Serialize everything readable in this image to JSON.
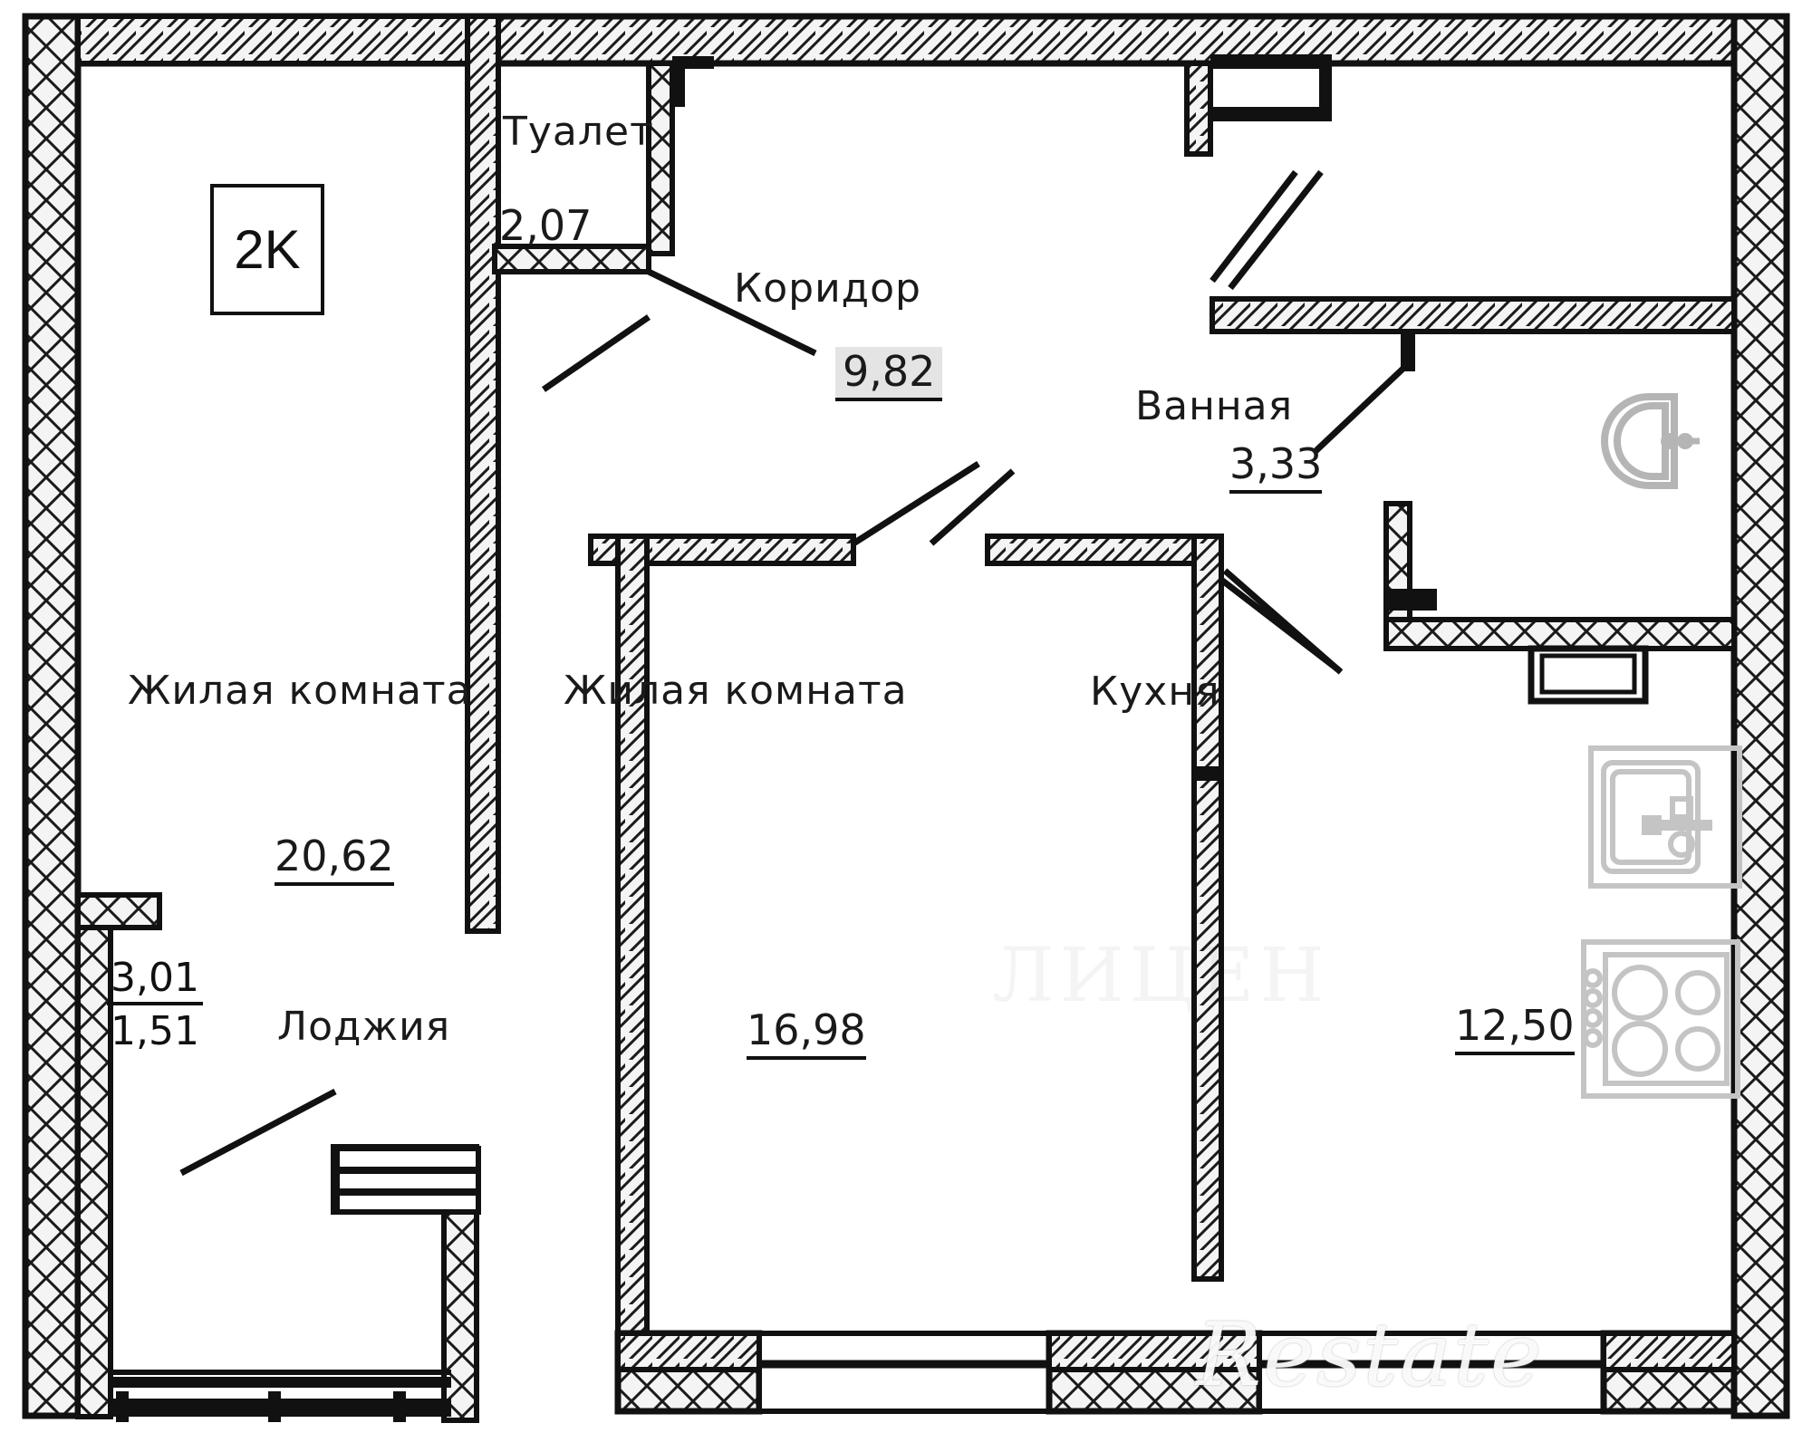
{
  "plan": {
    "type_tag": "2K",
    "watermark": "Restate",
    "watermark_faint": "ЛИЦЕН"
  },
  "rooms": [
    {
      "key": "living_left",
      "name": "Жилая комната",
      "area": "20,62",
      "area_style": "underline"
    },
    {
      "key": "living_mid",
      "name": "Жилая комната",
      "area": "16,98",
      "area_style": "underline"
    },
    {
      "key": "toilet",
      "name": "Туалет",
      "area": "2,07",
      "area_style": "plain"
    },
    {
      "key": "corridor",
      "name": "Коридор",
      "area": "9,82",
      "area_style": "highlight-underline"
    },
    {
      "key": "bathroom",
      "name": "Ванная",
      "area": "3,33",
      "area_style": "underline"
    },
    {
      "key": "kitchen",
      "name": "Кухня",
      "area": "12,50",
      "area_style": "underline"
    },
    {
      "key": "loggia",
      "name": "Лоджия",
      "area": "3,01",
      "area_secondary": "1,51",
      "area_style": "fraction"
    }
  ],
  "fixtures": [
    {
      "name": "bathroom-sink-icon",
      "room": "bathroom"
    },
    {
      "name": "kitchen-sink-icon",
      "room": "kitchen"
    },
    {
      "name": "kitchen-stove-icon",
      "room": "kitchen"
    }
  ],
  "colors": {
    "line": "#111111",
    "hatch": "#1a1a1a",
    "fixture": "#b5b5b5",
    "highlight": "#cdcdcd",
    "background": "#ffffff"
  }
}
